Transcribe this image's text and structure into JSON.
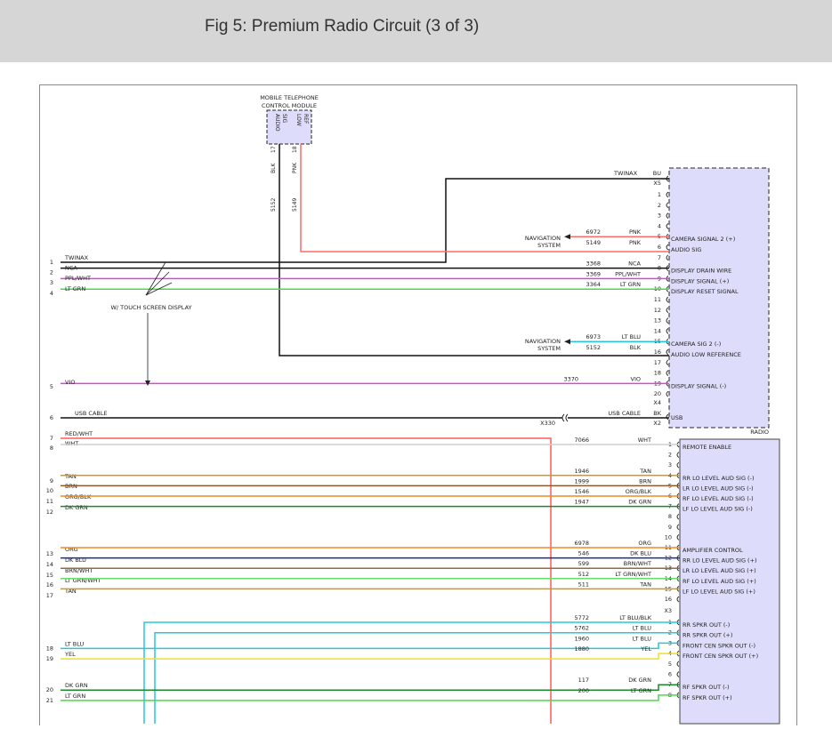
{
  "title": "Fig 5: Premium Radio Circuit (3 of 3)",
  "mtcm": {
    "title_1": "MOBILE TELEPHONE",
    "title_2": "CONTROL MODULE",
    "pin_audio": "AUDIO SIG",
    "pin_low": "LOW REF",
    "wire_a": {
      "color": "BLK",
      "pin": "17",
      "circuit": "5152"
    },
    "wire_b": {
      "color": "PNK",
      "pin": "18",
      "circuit": "5149"
    }
  },
  "touch_label": "W/ TOUCH SCREEN DISPLAY",
  "nav_label_1": "NAVIGATION",
  "nav_label_2": "SYSTEM",
  "radio_label": "RADIO",
  "x330": "X330",
  "twinax_top": {
    "label": "TWINAX",
    "code": "BU",
    "conn": "X5"
  },
  "top_pins": [
    "1",
    "2",
    "3",
    "4",
    "5",
    "6",
    "7",
    "8",
    "9",
    "10",
    "11",
    "12",
    "13",
    "14",
    "15",
    "16",
    "17",
    "18",
    "19",
    "20"
  ],
  "top_conn_x4": "X4",
  "top_conn_x2": "X2",
  "top_rows": [
    {
      "pin": "5",
      "circuit": "6972",
      "color": "PNK",
      "func": "CAMERA SIGNAL 2 (+)",
      "wire": "#ff6a6a"
    },
    {
      "pin": "6",
      "circuit": "5149",
      "color": "PNK",
      "func": "AUDIO SIG",
      "wire": "#ff6a6a"
    },
    {
      "pin": "8",
      "circuit": "3368",
      "color": "NCA",
      "func": "DISPLAY DRAIN WIRE",
      "wire": "#111111"
    },
    {
      "pin": "9",
      "circuit": "3369",
      "color": "PPL/WHT",
      "func": "DISPLAY SIGNAL (+)",
      "wire": "#e040e0"
    },
    {
      "pin": "10",
      "circuit": "3364",
      "color": "LT GRN",
      "func": "DISPLAY RESET SIGNAL",
      "wire": "#44dd44"
    },
    {
      "pin": "15",
      "circuit": "6973",
      "color": "LT BLU",
      "func": "CAMERA SIG 2 (-)",
      "wire": "#22c8e0"
    },
    {
      "pin": "16",
      "circuit": "5152",
      "color": "BLK",
      "func": "AUDIO LOW REFERENCE",
      "wire": "#111111"
    },
    {
      "pin": "19",
      "circuit": "3370",
      "color": "VIO",
      "func": "DISPLAY SIGNAL (-)",
      "wire": "#e040e0"
    }
  ],
  "usb": {
    "num": "6",
    "label": "USB CABLE",
    "code": "BK",
    "func": "USB"
  },
  "left_top": [
    {
      "num": "1",
      "label": "TWINAX"
    },
    {
      "num": "2",
      "label": "NCA"
    },
    {
      "num": "3",
      "label": "PPL/WHT"
    },
    {
      "num": "4",
      "label": "LT GRN"
    },
    {
      "num": "5",
      "label": "VIO"
    }
  ],
  "bottom_pins": [
    "1",
    "2",
    "3",
    "4",
    "5",
    "6",
    "7",
    "8",
    "9",
    "10",
    "11",
    "12",
    "13",
    "14",
    "15",
    "16"
  ],
  "bottom_conn_x3": "X3",
  "bottom_rows": [
    {
      "num": "7",
      "label": "RED/WHT",
      "circuit": "",
      "color": "",
      "pin": "",
      "func": "",
      "wire": "#ff5a5a"
    },
    {
      "num": "8",
      "label": "WHT",
      "circuit": "7066",
      "color": "WHT",
      "pin": "1",
      "func": "REMOTE ENABLE",
      "wire": "#cfcfcf"
    },
    {
      "num": "9",
      "label": "TAN",
      "circuit": "1946",
      "color": "TAN",
      "pin": "4",
      "func": "RR LO LEVEL AUD SIG (-)",
      "wire": "#b89a5a"
    },
    {
      "num": "10",
      "label": "BRN",
      "circuit": "1999",
      "color": "BRN",
      "pin": "5",
      "func": "LR LO LEVEL AUD SIG (-)",
      "wire": "#8b5a2b"
    },
    {
      "num": "11",
      "label": "ORG/BLK",
      "circuit": "1546",
      "color": "ORG/BLK",
      "pin": "6",
      "func": "RF LO LEVEL AUD SIG (-)",
      "wire": "#f08a20"
    },
    {
      "num": "12",
      "label": "DK GRN",
      "circuit": "1947",
      "color": "DK GRN",
      "pin": "7",
      "func": "LF LO LEVEL AUD SIG (-)",
      "wire": "#1a8a2a"
    },
    {
      "num": "13",
      "label": "ORG",
      "circuit": "6978",
      "color": "ORG",
      "pin": "11",
      "func": "AMPLIFIER CONTROL",
      "wire": "#f08a20"
    },
    {
      "num": "14",
      "label": "DK BLU",
      "circuit": "546",
      "color": "DK BLU",
      "pin": "12",
      "func": "RR LO LEVEL AUD SIG (+)",
      "wire": "#1a2a9a"
    },
    {
      "num": "15",
      "label": "BRN/WHT",
      "circuit": "599",
      "color": "BRN/WHT",
      "pin": "13",
      "func": "LR LO LEVEL AUD SIG (+)",
      "wire": "#9a6a3a"
    },
    {
      "num": "16",
      "label": "LT GRN/WHT",
      "circuit": "512",
      "color": "LT GRN/WHT",
      "pin": "14",
      "func": "RF LO LEVEL AUD SIG (+)",
      "wire": "#66dd66"
    },
    {
      "num": "17",
      "label": "TAN",
      "circuit": "511",
      "color": "TAN",
      "pin": "15",
      "func": "LF LO LEVEL AUD SIG (+)",
      "wire": "#b89a5a"
    }
  ],
  "spkr_rows": [
    {
      "pin": "1",
      "circuit": "5772",
      "color": "LT BLU/BLK",
      "func": "RR SPKR OUT (-)",
      "wire": "#22c8e0"
    },
    {
      "pin": "2",
      "circuit": "5762",
      "color": "LT BLU",
      "func": "RR SPKR OUT (+)",
      "wire": "#22c8e0"
    },
    {
      "pin": "3",
      "circuit": "1960",
      "color": "LT BLU",
      "func": "FRONT CEN SPKR OUT (-)",
      "wire": "#22c8e0",
      "num": "18",
      "label": "LT BLU"
    },
    {
      "pin": "4",
      "circuit": "1880",
      "color": "YEL",
      "func": "FRONT CEN SPKR OUT (+)",
      "wire": "#f0e020",
      "num": "19",
      "label": "YEL"
    },
    {
      "pin": "5"
    },
    {
      "pin": "6"
    },
    {
      "pin": "7",
      "circuit": "117",
      "color": "DK GRN",
      "func": "RF SPKR OUT (-)",
      "wire": "#1a8a2a",
      "num": "20",
      "label": "DK GRN"
    },
    {
      "pin": "8",
      "circuit": "200",
      "color": "LT GRN",
      "func": "RF SPKR OUT (+)",
      "wire": "#44dd44",
      "num": "21",
      "label": "LT GRN"
    }
  ]
}
